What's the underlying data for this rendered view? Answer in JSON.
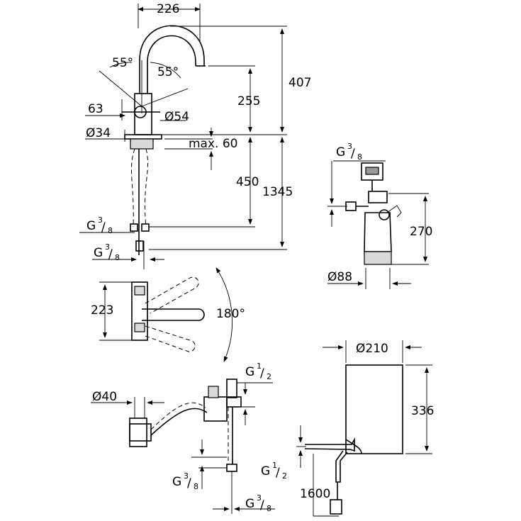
{
  "dimensions": {
    "width_226": "226",
    "height_407": "407",
    "height_255": "255",
    "angle_left": "55°",
    "angle_right": "55°",
    "offset_63": "63",
    "dia_54": "Ø54",
    "dia_34": "Ø34",
    "max_60": "max. 60",
    "height_450": "450",
    "height_1345": "1345",
    "g38_left_a": "G",
    "g38_left_a_sup": "3",
    "g38_left_a_sub": "8",
    "g38_left_b": "G",
    "g38_left_b_sup": "3",
    "g38_left_b_sub": "8",
    "g38_filter": "G",
    "g38_filter_sup": "3",
    "g38_filter_sub": "8",
    "height_270": "270",
    "dia_88": "Ø88",
    "height_223": "223",
    "angle_180": "180°",
    "dia_40": "Ø40",
    "g12_valve": "G",
    "g12_valve_sup": "1",
    "g12_valve_sub": "2",
    "g38_valve_a": "G",
    "g38_valve_a_sup": "3",
    "g38_valve_a_sub": "8",
    "g38_valve_b": "G",
    "g38_valve_b_sup": "3",
    "g38_valve_b_sub": "8",
    "dia_210": "Ø210",
    "height_336": "336",
    "g12_boiler": "G",
    "g12_boiler_sup": "1",
    "g12_boiler_sub": "2",
    "length_1600": "1600"
  }
}
